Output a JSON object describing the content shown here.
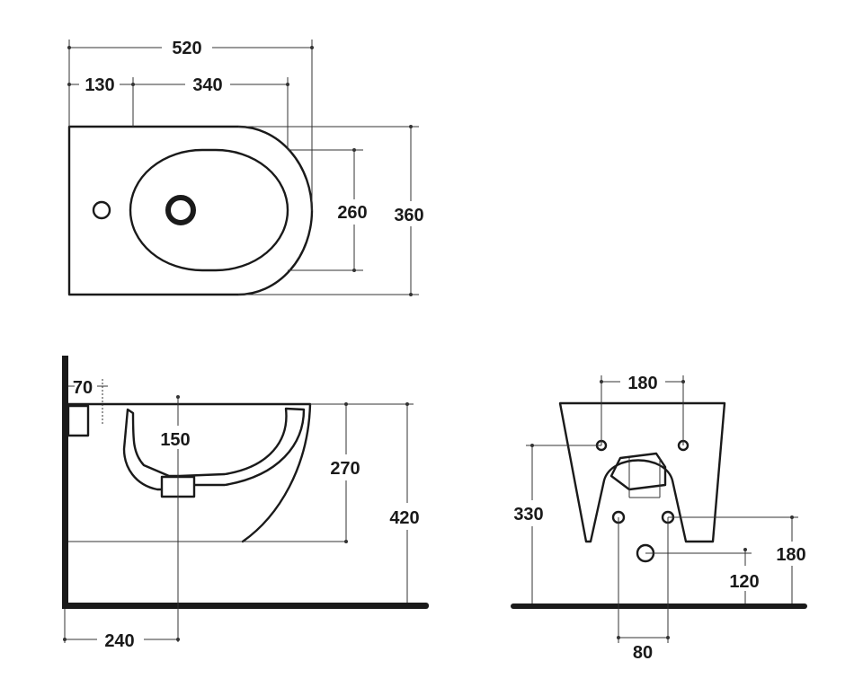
{
  "views": {
    "top": {
      "dim_total_length": "520",
      "dim_tap_offset": "130",
      "dim_bowl_length": "340",
      "dim_bowl_width": "260",
      "dim_total_width": "360"
    },
    "side": {
      "dim_tap_from_wall": "70",
      "dim_drain_depth": "150",
      "dim_bowl_height": "270",
      "dim_rim_height": "420",
      "dim_drain_from_wall": "240"
    },
    "back": {
      "dim_fixing_spacing": "180",
      "dim_fixing_height": "330",
      "dim_supply_height": "180",
      "dim_outlet_height": "120",
      "dim_supply_spacing": "80"
    }
  }
}
